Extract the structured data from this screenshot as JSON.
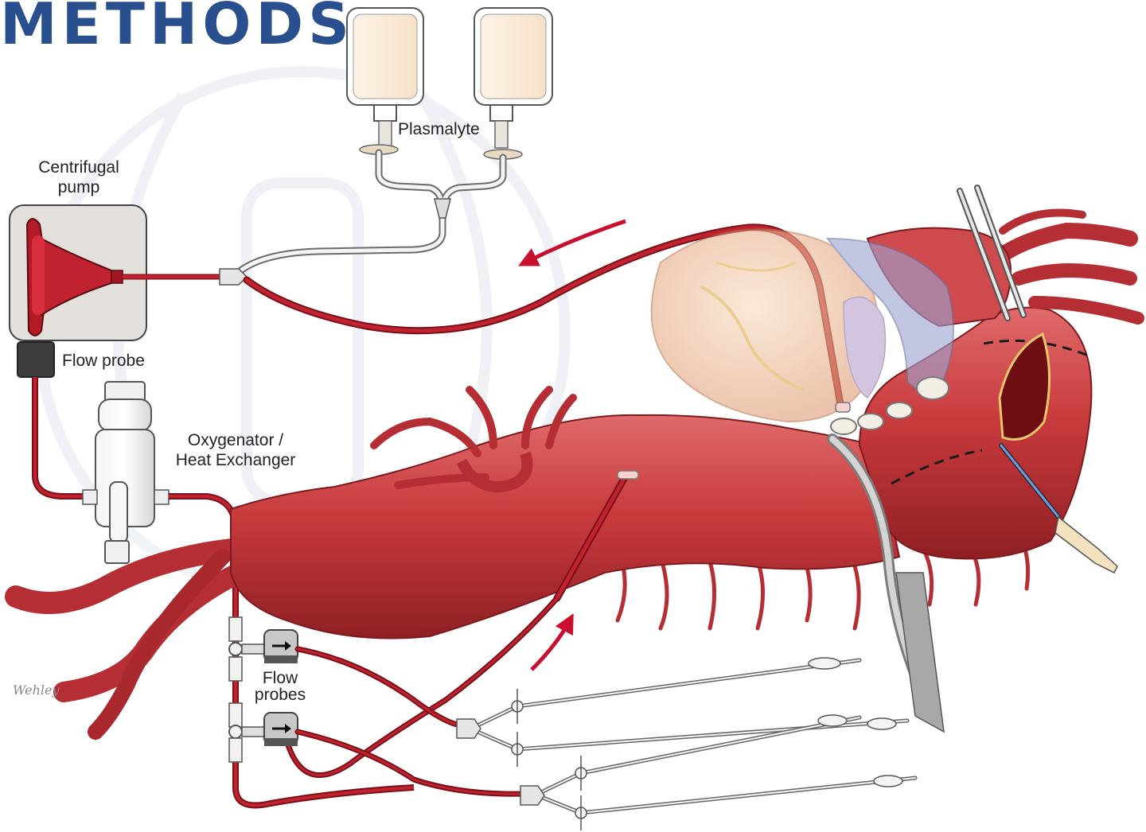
{
  "page": {
    "title": "METHODS"
  },
  "labels": {
    "plasmalyte": "Plasmalyte",
    "centrifugal_pump_line1": "Centrifugal",
    "centrifugal_pump_line2": "pump",
    "flow_probe": "Flow probe",
    "oxygenator_line1": "Oxygenator /",
    "oxygenator_line2": "Heat Exchanger",
    "flow_probes_line1": "Flow",
    "flow_probes_line2": "probes"
  },
  "signature": "Wehley",
  "colors": {
    "title": "#2a4f8f",
    "vessel": "#c63b3e",
    "tubing_blood": "#b01e2b",
    "tubing_clear": "#d9d9d9",
    "fluid_bag": "#fbebd7",
    "device_box": "#e4e1dc",
    "heart": "#f0c09a",
    "vena_cava": "#9ea4d2",
    "flow_arrow": "#c8102e"
  }
}
